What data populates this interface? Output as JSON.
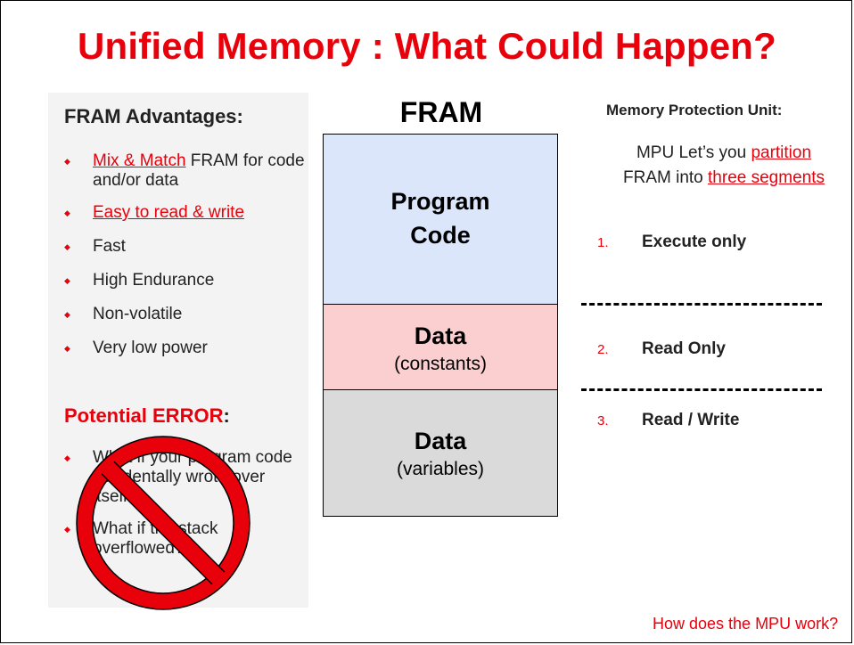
{
  "title": "Unified Memory : What Could Happen?",
  "advantages": {
    "heading": "FRAM Advantages",
    "items": [
      {
        "emph": "Mix & Match",
        "rest": " FRAM for code and/or data"
      },
      {
        "emph": "Easy to read & write",
        "rest": ""
      },
      {
        "emph": "",
        "rest": "Fast"
      },
      {
        "emph": "",
        "rest": "High Endurance"
      },
      {
        "emph": "",
        "rest": "Non-volatile"
      },
      {
        "emph": "",
        "rest": "Very low power"
      }
    ]
  },
  "error": {
    "heading": "Potential ERROR",
    "items": [
      "What if your program code accidentally wrote over itself?",
      "What if the stack overflowed?"
    ]
  },
  "fram": {
    "title": "FRAM",
    "segments": [
      {
        "name": "Program Code",
        "sub": "",
        "color": "#dce6fb"
      },
      {
        "name": "Data",
        "sub": "(constants)",
        "color": "#fbcfcf"
      },
      {
        "name": "Data",
        "sub": "(variables)",
        "color": "#dadada"
      }
    ]
  },
  "mpu": {
    "heading": "Memory Protection Unit:",
    "desc_prefix": "MPU Let’s you ",
    "desc_link1": "partition",
    "desc_mid": "FRAM into ",
    "desc_link2": "three segments",
    "steps": [
      {
        "num": "1.",
        "label": "Execute only"
      },
      {
        "num": "2.",
        "label": "Read Only"
      },
      {
        "num": "3.",
        "label": "Read / Write"
      }
    ]
  },
  "footer": "How does the MPU work?",
  "colors": {
    "accent": "#e8000b"
  }
}
